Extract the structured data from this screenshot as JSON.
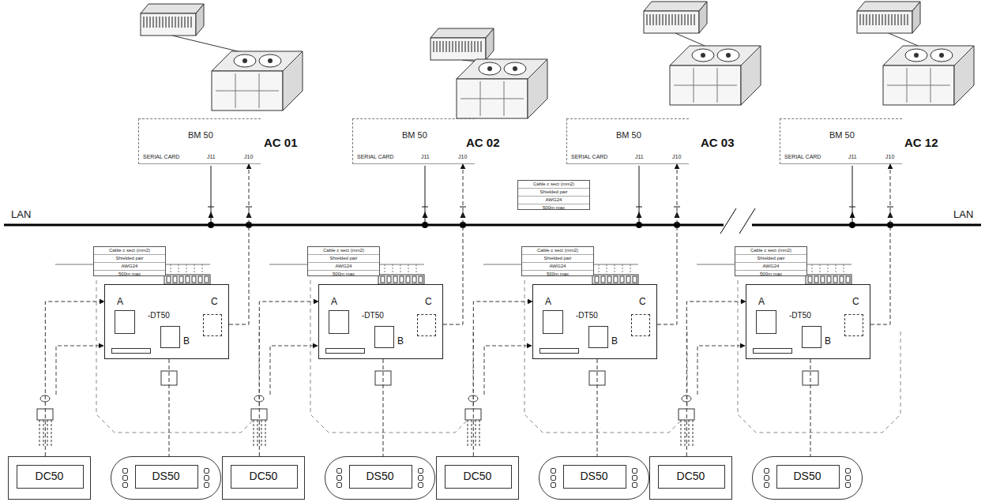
{
  "diagram": {
    "nodes": [
      {
        "text": [
          "BM 50",
          "SERIAL CARD",
          "J11",
          "J10"
        ]
      },
      {
        "text": [
          "BM 50",
          "SERIAL CARD",
          "J11",
          "J10"
        ]
      },
      {
        "text": [
          "BM 50",
          "SERIAL CARD",
          "J11",
          "J10"
        ]
      },
      {
        "text": [
          "BM 50",
          "SERIAL CARD",
          "J11",
          "J10"
        ]
      },
      {
        "text": [
          "Cable c sect (mm2)",
          "Shielded pair",
          "AWG24",
          "500m max"
        ]
      },
      {
        "text": [
          "Cable c sect (mm2)",
          "Shielded pair",
          "AWG24",
          "500m max"
        ]
      },
      {
        "text": [
          "Cable c sect (mm2)",
          "Shielded pair",
          "AWG24",
          "500m max"
        ]
      },
      {
        "text": [
          "Cable c sect (mm2)",
          "Shielded pair",
          "AWG24",
          "500m max"
        ]
      },
      {
        "text": [
          "Cable c sect (mm2)",
          "Shielded pair",
          "AWG24",
          "500m max"
        ]
      },
      {
        "text": [
          "A",
          "-DT50",
          "B",
          "C"
        ]
      },
      {
        "text": [
          "A",
          "-DT50",
          "B",
          "C"
        ]
      },
      {
        "text": [
          "A",
          "-DT50",
          "B",
          "C"
        ]
      },
      {
        "text": [
          "A",
          "-DT50",
          "B",
          "C"
        ]
      },
      {
        "text": [
          "DC50"
        ]
      },
      {
        "text": [
          "DS50"
        ]
      },
      {
        "text": [
          "DC50"
        ]
      },
      {
        "text": [
          "DS50"
        ]
      },
      {
        "text": [
          "DC50"
        ]
      },
      {
        "text": [
          "DS50"
        ]
      },
      {
        "text": [
          "DC50"
        ]
      },
      {
        "text": [
          "DS50"
        ]
      }
    ],
    "edges": [
      {
        "from": 9,
        "to": 0,
        "arrow": "to"
      },
      {
        "from": 13,
        "to": 9,
        "arrow": "to"
      },
      {
        "from": 9,
        "to": 14,
        "arrow": "none"
      },
      {
        "from": 10,
        "to": 1,
        "arrow": "to"
      },
      {
        "from": 15,
        "to": 10,
        "arrow": "to"
      },
      {
        "from": 10,
        "to": 16,
        "arrow": "none"
      },
      {
        "from": 11,
        "to": 2,
        "arrow": "to"
      },
      {
        "from": 17,
        "to": 11,
        "arrow": "to"
      },
      {
        "from": 11,
        "to": 18,
        "arrow": "none"
      },
      {
        "from": 12,
        "to": 3,
        "arrow": "to"
      },
      {
        "from": 19,
        "to": 12,
        "arrow": "to"
      },
      {
        "from": 12,
        "to": 20,
        "arrow": "none"
      }
    ],
    "labels": [
      "AC 01",
      "AC 02",
      "AC 03",
      "AC 12",
      "LAN",
      "LAN"
    ]
  }
}
